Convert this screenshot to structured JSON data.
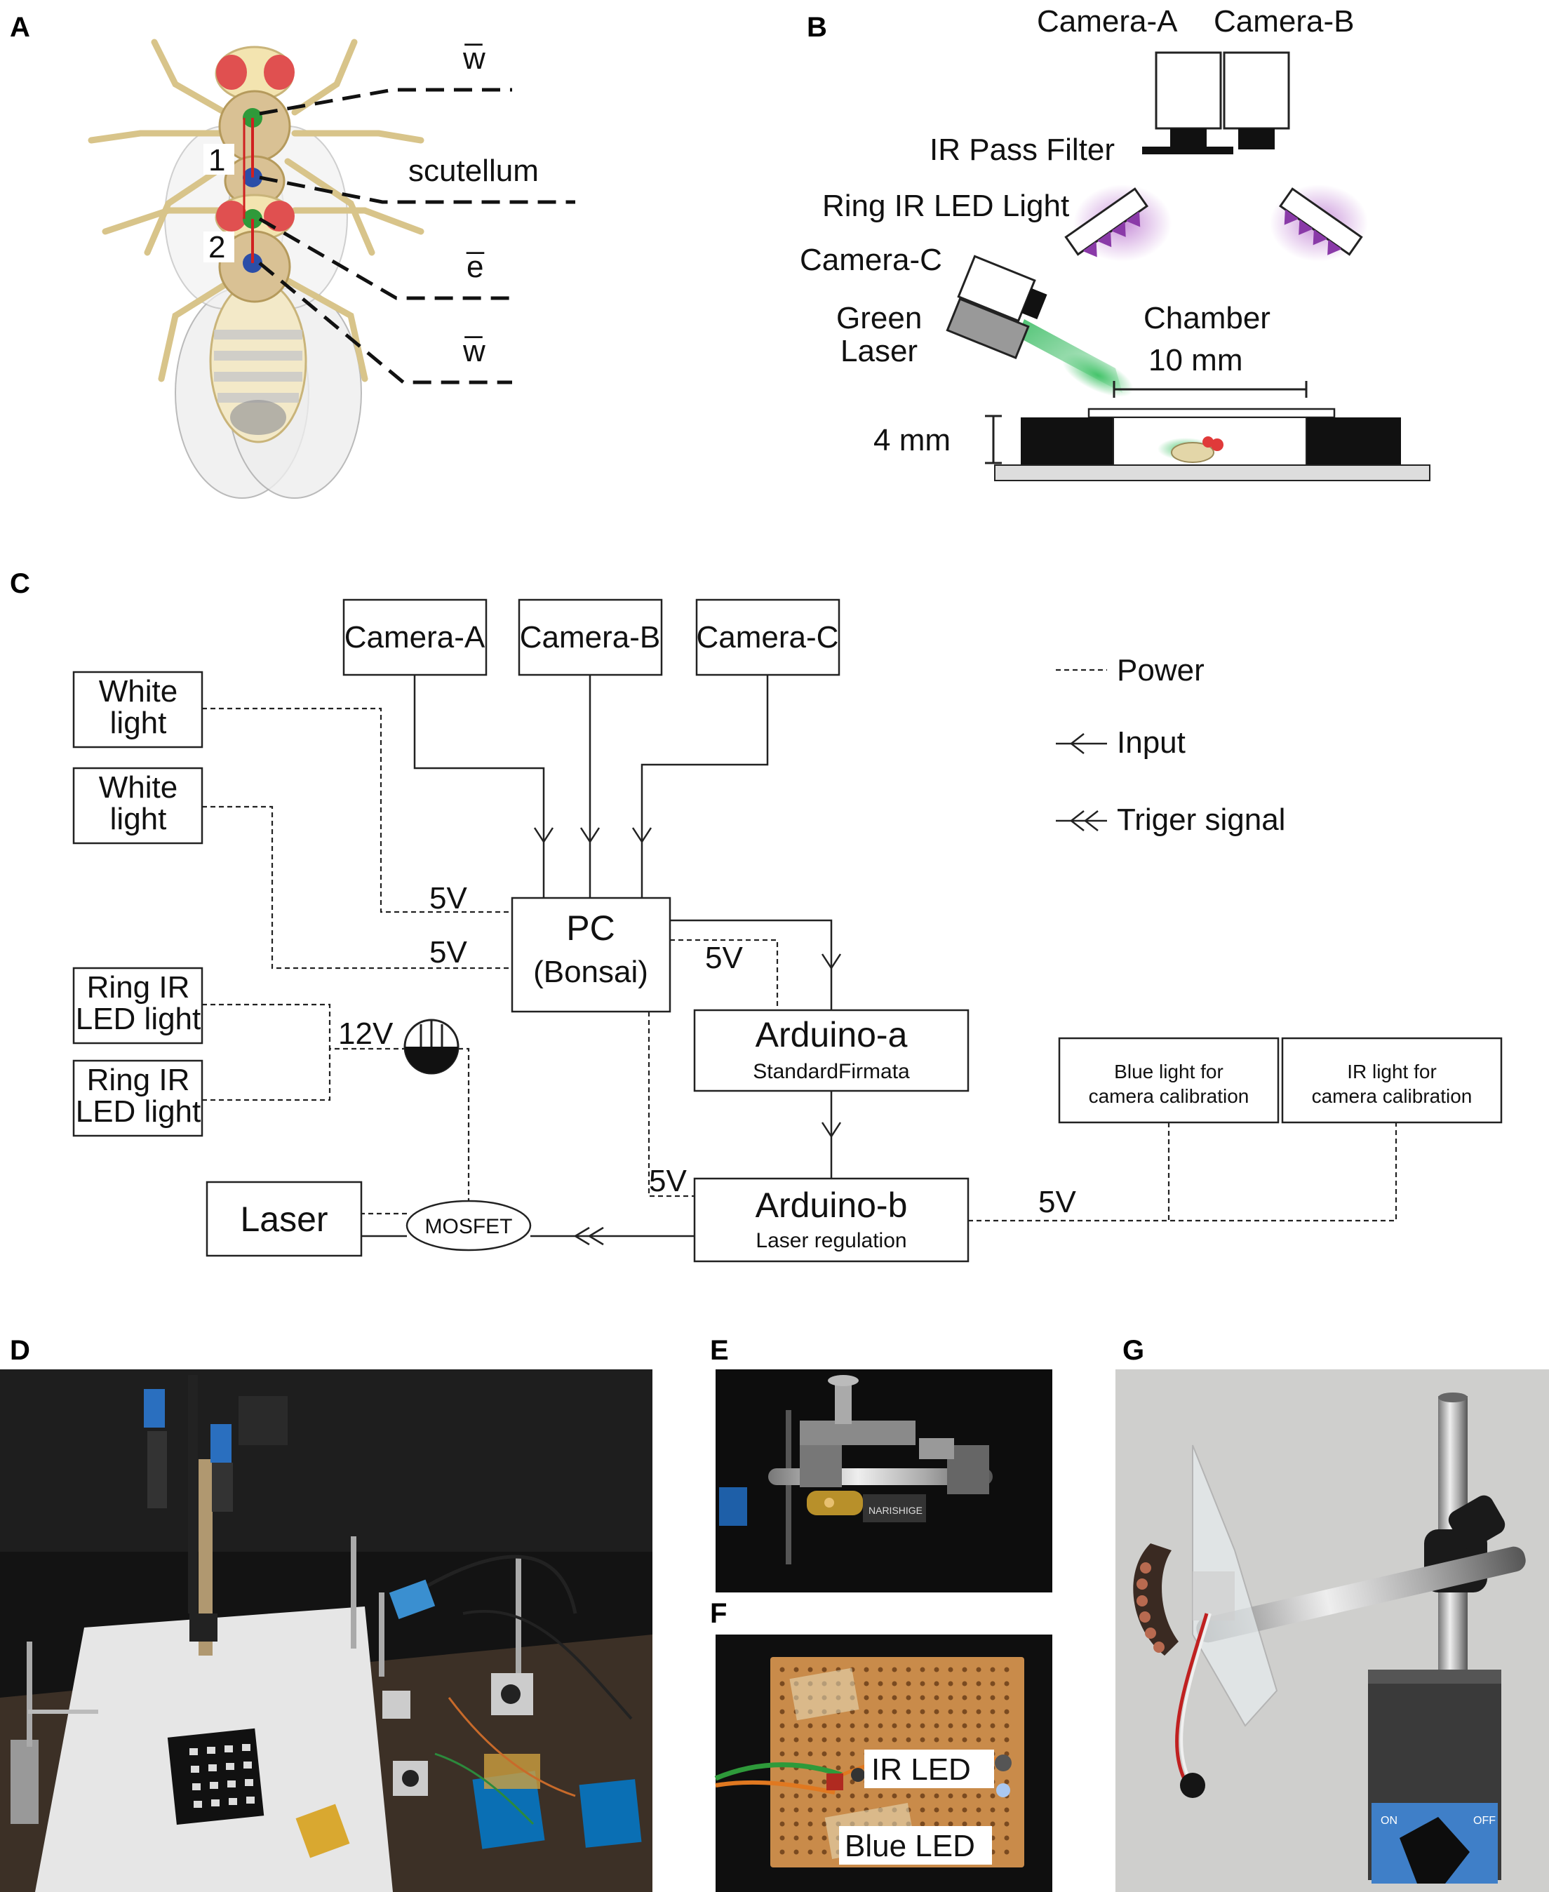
{
  "panels": {
    "a": {
      "letter": "A",
      "labels": [
        "w̅",
        "scutellum",
        "e̅",
        "w̅"
      ],
      "markers": [
        "1",
        "2"
      ]
    },
    "b": {
      "letter": "B",
      "camera_a": "Camera-A",
      "camera_b": "Camera-B",
      "ir_filter": "IR Pass Filter",
      "ring_light": "Ring IR LED Light",
      "camera_c": "Camera-C",
      "green": "Green",
      "laser": "Laser",
      "chamber": "Chamber",
      "width": "10 mm",
      "height": "4 mm"
    },
    "c": {
      "letter": "C",
      "camera_a": "Camera-A",
      "camera_b": "Camera-B",
      "camera_c": "Camera-C",
      "white_light_1": [
        "White",
        "light"
      ],
      "white_light_2": [
        "White",
        "light"
      ],
      "ring_ir_1": [
        "Ring IR",
        "LED light"
      ],
      "ring_ir_2": [
        "Ring IR",
        "LED light"
      ],
      "pc": "PC",
      "pc_sub": "(Bonsai)",
      "arduino_a": "Arduino-a",
      "arduino_a_sub": "StandardFirmata",
      "arduino_b": "Arduino-b",
      "arduino_b_sub": "Laser regulation",
      "laser": "Laser",
      "mosfet": "MOSFET",
      "blue_light": [
        "Blue light for",
        "camera calibration"
      ],
      "ir_light": [
        "IR light for",
        "camera calibration"
      ],
      "v5_1": "5V",
      "v5_2": "5V",
      "v5_3": "5V",
      "v5_4": "5V",
      "v5_5": "5V",
      "v12": "12V",
      "legend": {
        "power": "Power",
        "input": "Input",
        "trigger": "Triger signal"
      }
    },
    "d": {
      "letter": "D"
    },
    "e": {
      "letter": "E",
      "brand": "NARISHIGE"
    },
    "f": {
      "letter": "F",
      "ir_led": "IR LED",
      "blue_led": "Blue LED"
    },
    "g": {
      "letter": "G",
      "on": "ON",
      "off": "OFF"
    }
  }
}
